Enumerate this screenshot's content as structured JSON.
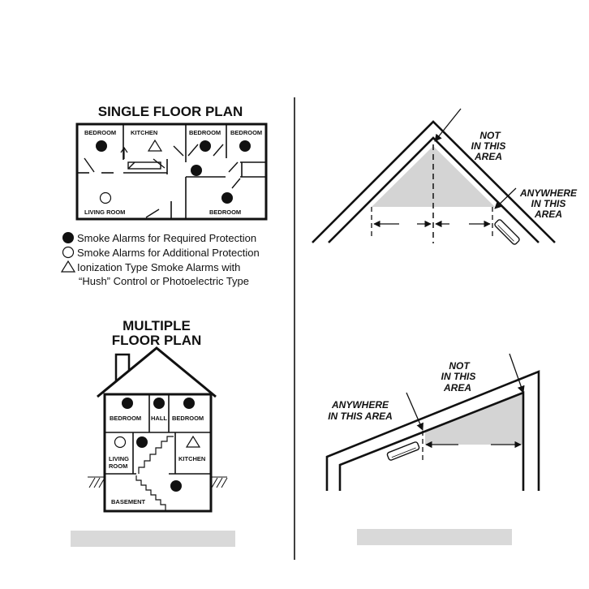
{
  "single_floor": {
    "title": "SINGLE FLOOR PLAN",
    "rooms": {
      "bedroom_left": "BEDROOM",
      "kitchen": "KITCHEN",
      "bedroom_mid": "BEDROOM",
      "bedroom_right": "BEDROOM",
      "living_room": "LIVING ROOM",
      "bedroom_bottom": "BEDROOM"
    }
  },
  "legend": {
    "required": "Smoke Alarms for Required Protection",
    "additional": "Smoke Alarms for Additional Protection",
    "ionization_line1": "Ionization Type Smoke Alarms with",
    "ionization_line2": "“Hush” Control or Photoelectric Type"
  },
  "multiple_floor": {
    "title_line1": "MULTIPLE",
    "title_line2": "FLOOR PLAN",
    "rooms": {
      "bedroom_left": "BEDROOM",
      "hall": "HALL",
      "bedroom_right": "BEDROOM",
      "living_line1": "LIVING",
      "living_line2": "ROOM",
      "kitchen": "KITCHEN",
      "basement": "BASEMENT"
    }
  },
  "peaked_ceiling": {
    "not_line1": "NOT",
    "not_line2": "IN THIS",
    "not_line3": "AREA",
    "anywhere_line1": "ANYWHERE",
    "anywhere_line2": "IN THIS",
    "anywhere_line3": "AREA"
  },
  "sloped_ceiling": {
    "not_line1": "NOT",
    "not_line2": "IN THIS",
    "not_line3": "AREA",
    "anywhere_line1": "ANYWHERE",
    "anywhere_line2": "IN THIS AREA"
  },
  "colors": {
    "ink": "#111111",
    "shade": "#d4d4d4",
    "caption_bar": "#d9d9d9"
  }
}
